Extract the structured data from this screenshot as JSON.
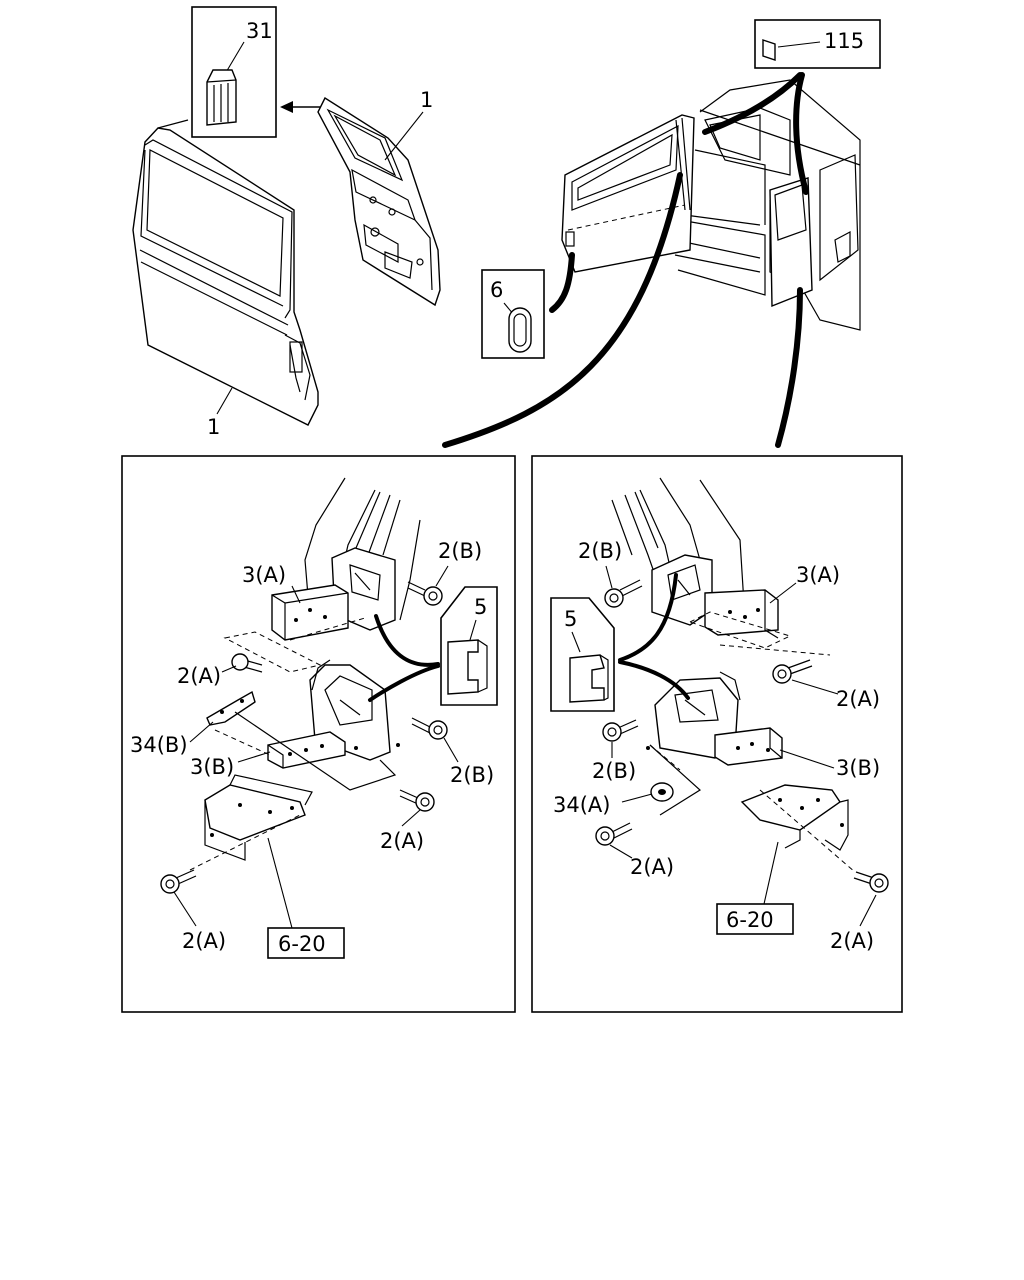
{
  "labels": {
    "top_31": "31",
    "top_1_upper": "1",
    "top_1_lower": "1",
    "top_115": "115",
    "top_6": "6",
    "left_2B_top": "2(B)",
    "left_3A": "3(A)",
    "left_5": "5",
    "left_2A_mid": "2(A)",
    "left_34B": "34(B)",
    "left_3B": "3(B)",
    "left_2B_bot": "2(B)",
    "left_2A_lower": "2(A)",
    "left_2A_bottom": "2(A)",
    "left_ref": "6-20",
    "right_2B_top": "2(B)",
    "right_3A": "3(A)",
    "right_5": "5",
    "right_2A_mid": "2(A)",
    "right_2B_bot": "2(B)",
    "right_3B": "3(B)",
    "right_34A": "34(A)",
    "right_2A_lower": "2(A)",
    "right_ref": "6-20",
    "right_2A_bottom": "2(A)"
  }
}
